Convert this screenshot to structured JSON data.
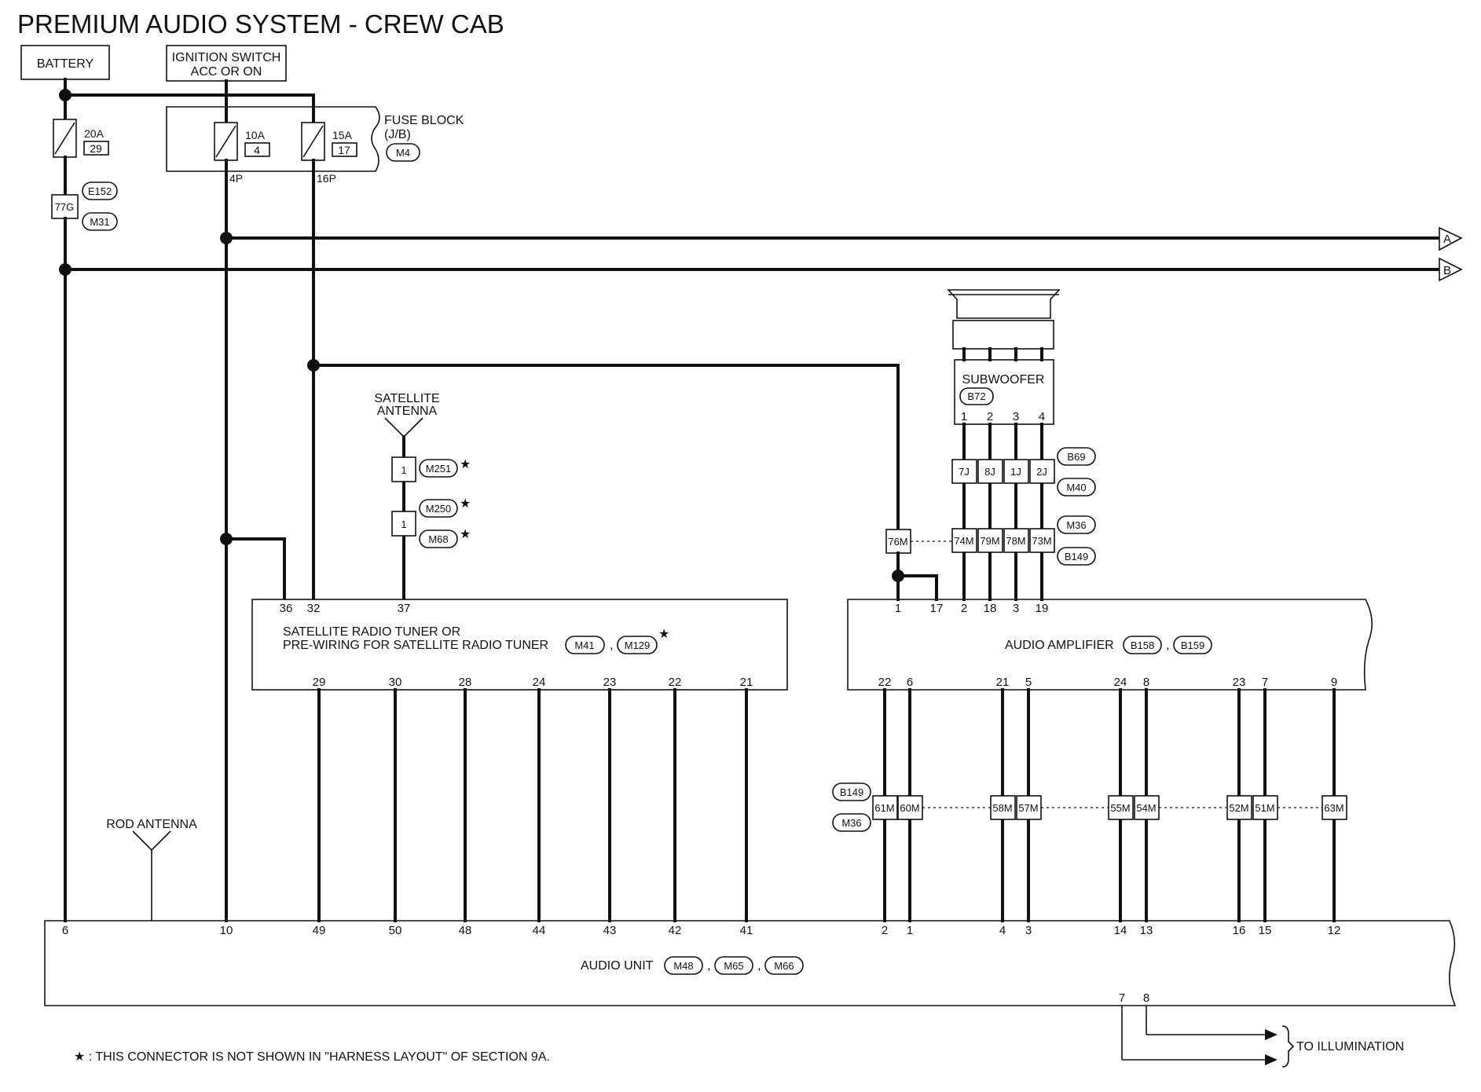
{
  "title": "PREMIUM AUDIO SYSTEM - CREW CAB",
  "battery": "BATTERY",
  "ignition": {
    "line1": "IGNITION SWITCH",
    "line2": "ACC OR ON"
  },
  "fuse_block": {
    "line1": "FUSE BLOCK",
    "line2": "(J/B)",
    "conn": "M4"
  },
  "fuse_main": {
    "rating": "20A",
    "num": "29"
  },
  "fuse_a": {
    "rating": "10A",
    "num": "4",
    "pin": "4P"
  },
  "fuse_b": {
    "rating": "15A",
    "num": "17",
    "pin": "16P"
  },
  "battery_conn": {
    "pin": "77G",
    "e": "E152",
    "m": "M31"
  },
  "arrows": {
    "a": "A",
    "b": "B"
  },
  "subwoofer": {
    "label": "SUBWOOFER",
    "conn": "B72",
    "pins": [
      "1",
      "2",
      "3",
      "4"
    ]
  },
  "sub_join": {
    "pins": [
      "7J",
      "8J",
      "1J",
      "2J"
    ],
    "c1": "B69",
    "c2": "M40"
  },
  "amp_join": {
    "pin_left": "76M",
    "pins": [
      "74M",
      "79M",
      "78M",
      "73M"
    ],
    "c1": "M36",
    "c2": "B149"
  },
  "sat_antenna": {
    "line1": "SATELLITE",
    "line2": "ANTENNA",
    "j1": "1",
    "c1": "M251",
    "j2": "1",
    "c2": "M250",
    "c3": "M68"
  },
  "star": "★",
  "tuner": {
    "line1": "SATELLITE RADIO TUNER OR",
    "line2": "PRE-WIRING FOR SATELLITE RADIO TUNER",
    "c1": "M41",
    "c2": "M129",
    "top_pins": [
      "36",
      "32",
      "37"
    ],
    "bottom_pins": [
      "29",
      "30",
      "28",
      "24",
      "23",
      "22",
      "21"
    ]
  },
  "amp": {
    "label": "AUDIO AMPLIFIER",
    "c1": "B158",
    "c2": "B159",
    "top_pins": [
      "1",
      "17",
      "2",
      "18",
      "3",
      "19"
    ],
    "bottom_pins": [
      "22",
      "6",
      "21",
      "5",
      "24",
      "8",
      "23",
      "7",
      "9"
    ]
  },
  "lower_join": {
    "c1": "B149",
    "c2": "M36",
    "pins": [
      "61M",
      "60M",
      "58M",
      "57M",
      "55M",
      "54M",
      "52M",
      "51M",
      "63M"
    ]
  },
  "rod_antenna": "ROD ANTENNA",
  "audio_unit": {
    "label": "AUDIO UNIT",
    "c1": "M48",
    "c2": "M65",
    "c3": "M66",
    "pins_left": [
      "6",
      "10",
      "49",
      "50",
      "48",
      "44",
      "43",
      "42",
      "41"
    ],
    "pins_right": [
      "2",
      "1",
      "4",
      "3",
      "14",
      "13",
      "16",
      "15",
      "12"
    ],
    "bottom_pins": [
      "7",
      "8"
    ]
  },
  "illumination": "TO ILLUMINATION",
  "footnote": "★ : THIS CONNECTOR IS NOT SHOWN IN \"HARNESS LAYOUT\" OF SECTION 9A."
}
